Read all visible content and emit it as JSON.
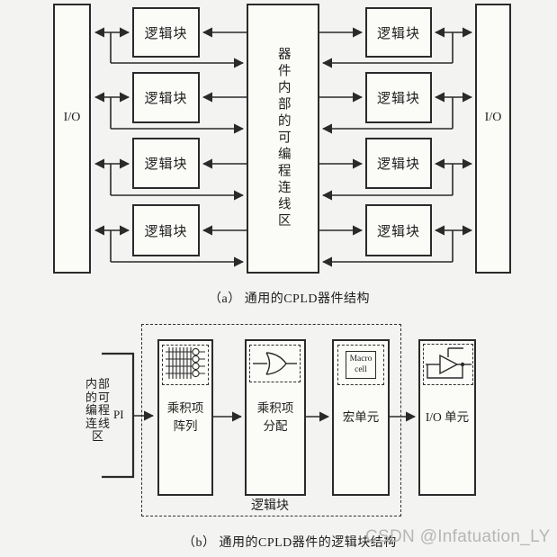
{
  "colors": {
    "line": "#2a2a2a",
    "background": "#f3f3f1",
    "box_fill": "#fbfbf8",
    "watermark_gray": "#b6b6b6"
  },
  "section_a": {
    "io_left": "I/O",
    "io_right": "I/O",
    "center_label": "器件内部的可编程连线区",
    "left_blocks": [
      "逻辑块",
      "逻辑块",
      "逻辑块",
      "逻辑块"
    ],
    "right_blocks": [
      "逻辑块",
      "逻辑块",
      "逻辑块",
      "逻辑块"
    ],
    "caption": "（a）  通用的CPLD器件结构"
  },
  "section_b": {
    "left_label": "内部\n的可\n编程\n连线\n区",
    "pi_label": "PI",
    "blocks": [
      {
        "label": "乘积项\n阵列",
        "icon": "and-array-icon"
      },
      {
        "label": "乘积项\n分配",
        "icon": "or-gate-icon"
      },
      {
        "label": "宏单元",
        "icon": "macro-cell-icon"
      },
      {
        "label": "I/O 单元",
        "icon": "io-buffer-icon"
      }
    ],
    "macro_cell_text": "Macro\ncell",
    "logic_block_label": "逻辑块",
    "caption": "（b）  通用的CPLD器件的逻辑块结构"
  },
  "watermark": "CSDN @Infatuation_LY"
}
